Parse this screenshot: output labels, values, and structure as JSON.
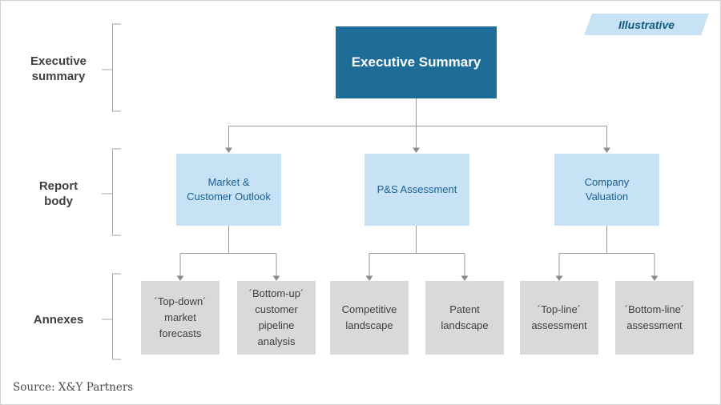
{
  "colors": {
    "exec-bg": "#1E6D99",
    "exec-text": "#FFFFFF",
    "blue-bg": "#C6E2F4",
    "blue-text": "#1C5F8F",
    "gray-bg": "#D9D9D9",
    "gray-text": "#3F3F3F",
    "line": "#999999",
    "arrow": "#8C8C8C",
    "bracket": "#A6A6A6",
    "label-text": "#3F3F3F",
    "source-text": "#4A4A4A",
    "tag-bg": "#C6E2F4",
    "tag-text": "#15587E",
    "border": "#D0D0D0"
  },
  "tag": {
    "label": "Illustrative"
  },
  "root": {
    "label": "Executive Summary"
  },
  "sections": [
    {
      "label": "Executive\nsummary"
    },
    {
      "label": "Report\nbody"
    },
    {
      "label": "Annexes"
    }
  ],
  "report_body": [
    {
      "label": "Market &\nCustomer Outlook"
    },
    {
      "label": "P&S Assessment"
    },
    {
      "label": "Company\nValuation"
    }
  ],
  "annexes": [
    {
      "label": "´Top-down´\nmarket\nforecasts"
    },
    {
      "label": "´Bottom-up´\ncustomer\npipeline\nanalysis"
    },
    {
      "label": "Competitive\nlandscape"
    },
    {
      "label": "Patent\nlandscape"
    },
    {
      "label": "´Top-line´\nassessment"
    },
    {
      "label": "´Bottom-line´\nassessment"
    }
  ],
  "source": {
    "text": "Source: X&Y Partners"
  }
}
